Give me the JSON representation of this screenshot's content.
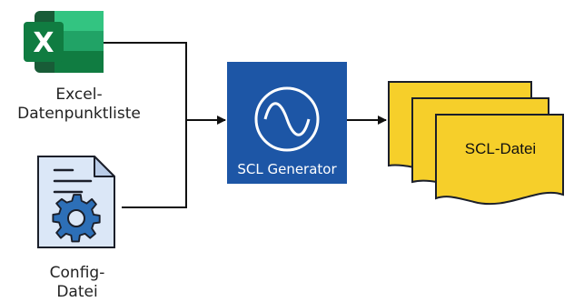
{
  "excel": {
    "label_line1": "Excel-",
    "label_line2": "Datenpunktliste",
    "icon": "excel-icon",
    "letter": "X"
  },
  "config": {
    "label_line1": "Config-",
    "label_line2": "Datei",
    "icon": "config-file-gear-icon"
  },
  "generator": {
    "label": "SCL Generator",
    "icon": "sine-wave-icon"
  },
  "output": {
    "label": "SCL-Datei",
    "icon": "stacked-documents-icon"
  },
  "colors": {
    "excel_green": "#1e7145",
    "excel_light": "#33c481",
    "config_bg": "#dbe7f7",
    "config_accent": "#2d6fb7",
    "generator_bg": "#1d56a6",
    "output_fill": "#f6cf2a",
    "arrow": "#111111"
  }
}
